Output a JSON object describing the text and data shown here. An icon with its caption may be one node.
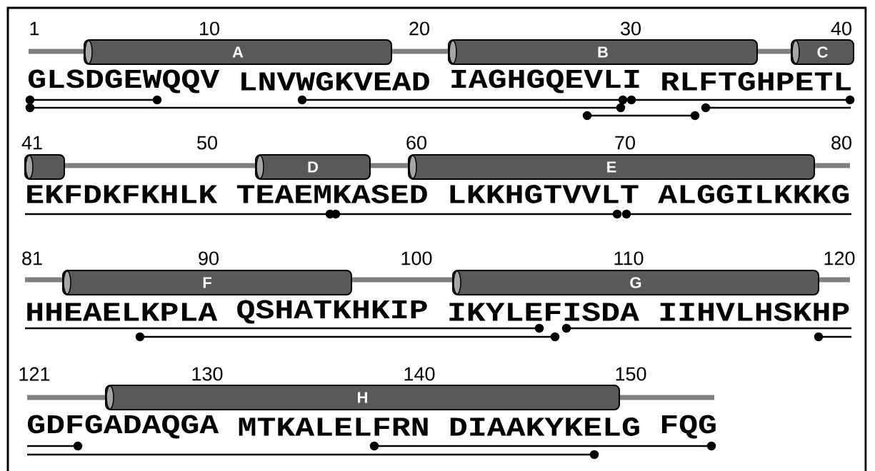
{
  "diagram": {
    "nodes": [
      {
        "text": [
          "A"
        ]
      },
      {
        "text": [
          "B"
        ]
      },
      {
        "text": [
          "C"
        ]
      },
      {
        "text": [],
        "shape": "cylinder"
      },
      {
        "text": [
          "D"
        ]
      },
      {
        "text": [
          "E"
        ]
      },
      {
        "text": [
          "F"
        ]
      },
      {
        "text": [
          "G"
        ]
      },
      {
        "text": [
          "H"
        ]
      }
    ],
    "labels": [
      "1",
      "10",
      "20",
      "30",
      "40",
      "GLSDGEWQQV",
      "LNVWGKVEAD",
      "IAGHGQEVLI",
      "RLFTGHPETL",
      "41",
      "50",
      "60",
      "70",
      "80",
      "EKFDKFKHLK",
      "TEAEMKASED",
      "LKKHGTVVLT",
      "ALGGILKKKG",
      "81",
      "90",
      "100",
      "110",
      "120",
      "HHEAELKPLA",
      "QSHATKHKIP",
      "IKYLEFISDA",
      "IIHVLHSKHP",
      "121",
      "130",
      "140",
      "150",
      "GDFGADAQGA",
      "MTKALELFRN",
      "DIAAKYKELG",
      "FQG"
    ]
  }
}
